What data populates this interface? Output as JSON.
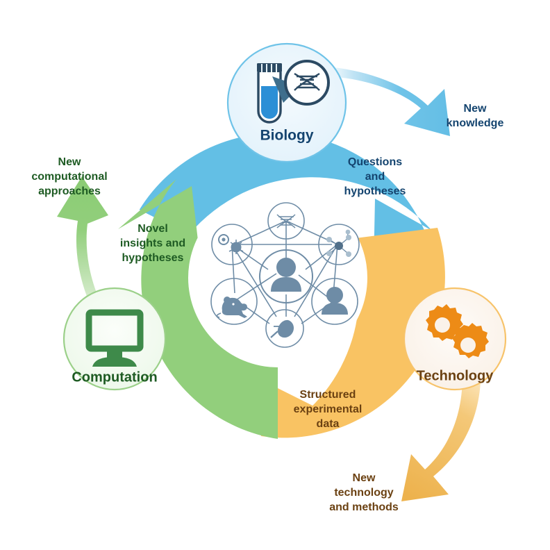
{
  "diagram": {
    "title": "Biology - Technology - Computation research cycle",
    "type": "cycle-diagram"
  },
  "colors": {
    "blue": "#63BFE5",
    "blue_arrow": "#6FC3E8",
    "blue_node_fill": "#E8F4FB",
    "blue_node_stroke": "#6FC3E8",
    "blue_text": "#14446F",
    "green": "#92CF7C",
    "green_arrow": "#8FCC79",
    "green_node_fill": "#F0F9EF",
    "green_node_stroke": "#9BD089",
    "green_text": "#1E5B23",
    "orange": "#F9C363",
    "orange_arrow": "#EFB44F",
    "orange_node_fill": "#FAF2EA",
    "orange_node_stroke": "#F7C36A",
    "orange_text": "#6B4112",
    "orange_icon": "#ED8B16",
    "hub_stroke": "#6E8CA6",
    "hub_fill": "#6E8CA6",
    "tube_dark": "#2C4A63",
    "tube_blue": "#2C8FD6",
    "computer_green": "#3E8A4A"
  },
  "nodes": [
    {
      "id": "biology",
      "label": "Biology",
      "icon": "test-tube-dna-magnifier-icon"
    },
    {
      "id": "technology",
      "label": "Technology",
      "icon": "gears-icon"
    },
    {
      "id": "computation",
      "label": "Computation",
      "icon": "desktop-computer-icon"
    }
  ],
  "ring_segments": [
    {
      "id": "biology-to-technology",
      "label": "Questions\nand\nhypotheses",
      "line1": "Questions",
      "line2": "and",
      "line3": "hypotheses",
      "color": "blue"
    },
    {
      "id": "technology-to-computation",
      "label": "Structured\nexperimental\ndata",
      "line1": "Structured",
      "line2": "experimental",
      "line3": "data",
      "color": "orange"
    },
    {
      "id": "computation-to-biology",
      "label": "Novel\ninsights and\nhypotheses",
      "line1": "Novel",
      "line2": "insights and",
      "line3": "hypotheses",
      "color": "green"
    }
  ],
  "outputs": [
    {
      "id": "new-knowledge",
      "line1": "New",
      "line2": "knowledge",
      "line3": "",
      "color": "blue",
      "arrow": "curved-arrow-right-down"
    },
    {
      "id": "new-technology",
      "line1": "New",
      "line2": "technology",
      "line3": "and methods",
      "color": "orange",
      "arrow": "curved-arrow-down-left"
    },
    {
      "id": "new-computational",
      "line1": "New",
      "line2": "computational",
      "line3": "approaches",
      "color": "green",
      "arrow": "curved-arrow-up-left"
    }
  ],
  "hub": {
    "name": "research-entities-network",
    "center_node": "person-icon",
    "ring_nodes": [
      {
        "pos": "top",
        "icon": "dna-icon"
      },
      {
        "pos": "upper-left",
        "icon": "cell-microbe-icon"
      },
      {
        "pos": "upper-right",
        "icon": "molecule-icon"
      },
      {
        "pos": "lower-left",
        "icon": "mouse-rodent-icon"
      },
      {
        "pos": "lower-right",
        "icon": "person-icon"
      },
      {
        "pos": "bottom",
        "icon": "kidney-organ-icon"
      }
    ]
  }
}
